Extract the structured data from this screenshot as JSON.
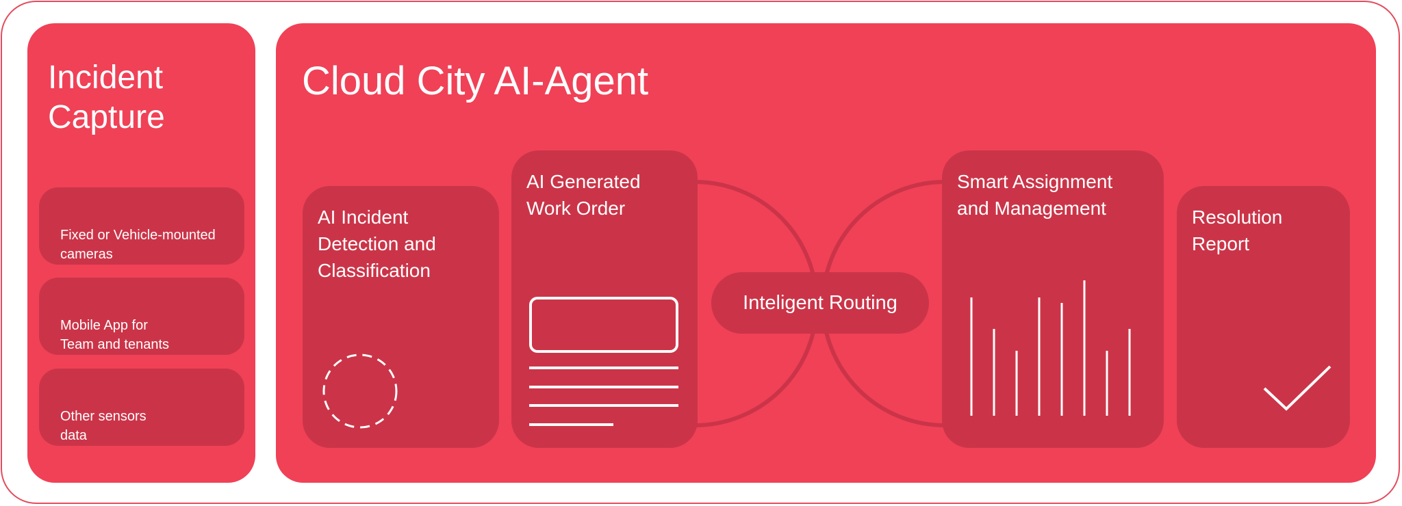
{
  "incident_capture": {
    "title": "Incident\nCapture",
    "sources": [
      {
        "label": "Fixed or Vehicle-mounted\ncameras"
      },
      {
        "label": "Mobile App for\nTeam and tenants"
      },
      {
        "label": "Other sensors\ndata"
      }
    ]
  },
  "agent": {
    "title": "Cloud City AI-Agent",
    "stages": {
      "detection": {
        "label": "AI Incident\nDetection and\nClassification",
        "icon": "dashed-circle-icon"
      },
      "work_order": {
        "label": "AI Generated\nWork Order",
        "icon": "document-icon"
      },
      "routing": {
        "label": "Inteligent Routing"
      },
      "assignment": {
        "label": "Smart Assignment\nand Management",
        "icon": "bar-chart-icon"
      },
      "report": {
        "label": "Resolution\nReport",
        "icon": "checkmark-icon"
      }
    }
  },
  "colors": {
    "panel_background": "#f04157",
    "card_background": "#cb3448",
    "text": "#ffffff",
    "frame_border": "#e34c5d"
  }
}
